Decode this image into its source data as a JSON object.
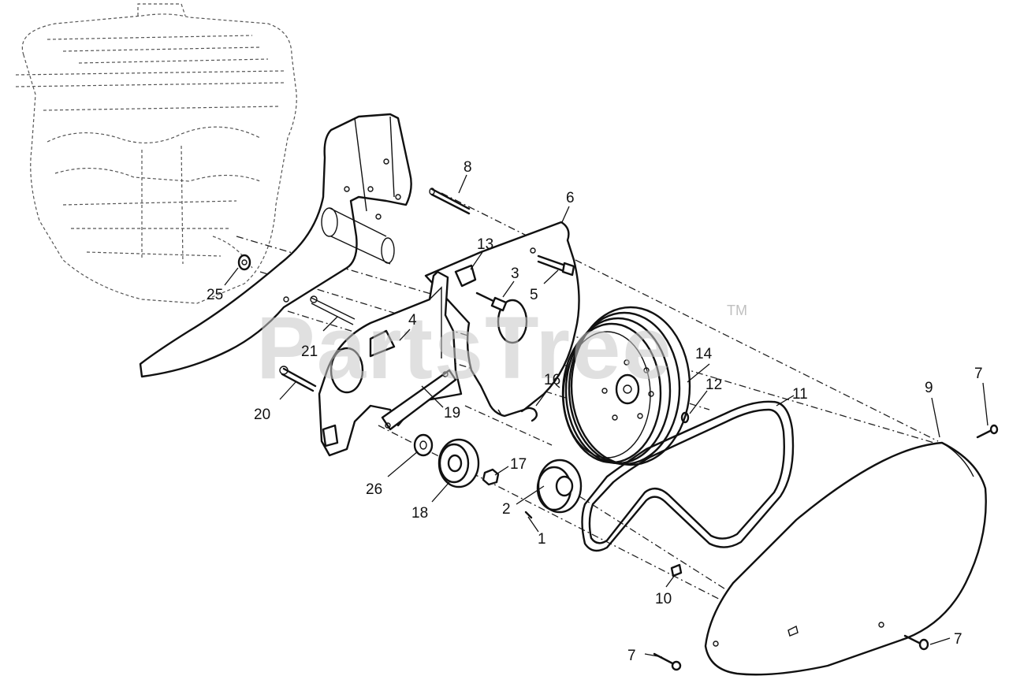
{
  "watermark": {
    "text": "PartsTree",
    "trademark": "TM"
  },
  "callouts": [
    "1",
    "2",
    "3",
    "4",
    "5",
    "6",
    "7",
    "8",
    "9",
    "10",
    "11",
    "12",
    "13",
    "14",
    "16",
    "17",
    "18",
    "19",
    "20",
    "21",
    "25",
    "26"
  ]
}
